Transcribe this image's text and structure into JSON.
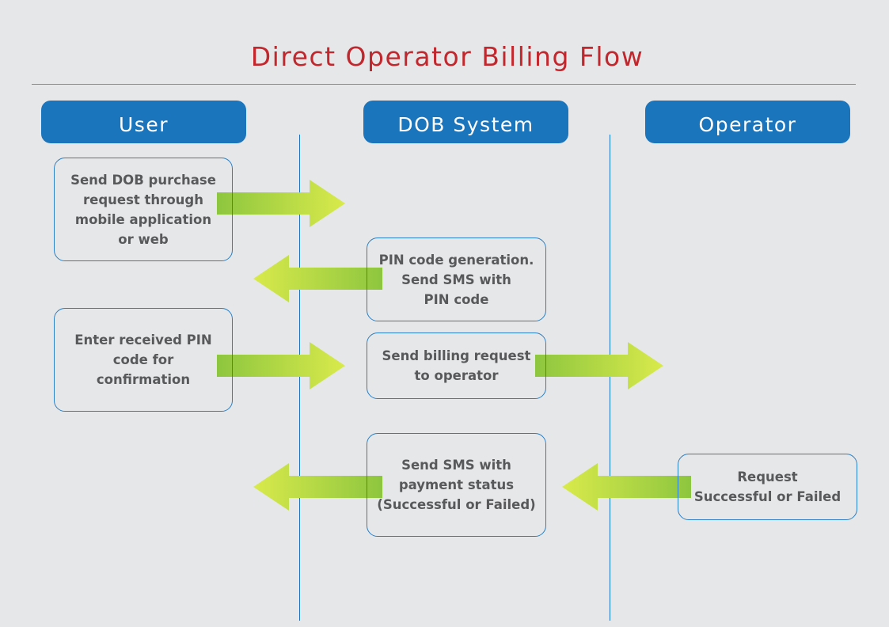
{
  "title": "Direct Operator Billing Flow",
  "lanes": {
    "user": "User",
    "dob": "DOB System",
    "operator": "Operator"
  },
  "steps": {
    "s1": "Send DOB purchase\nrequest through\nmobile application\nor web",
    "s2": "PIN code generation.\nSend SMS with\nPIN code",
    "s3": "Enter received PIN\ncode for\nconfirmation",
    "s4": "Send billing request\nto operator",
    "s5": "Send SMS with\npayment status\n(Successful or Failed)",
    "s6": "Request\nSuccessful or Failed"
  },
  "colors": {
    "title": "#c1272d",
    "lane_header": "#1b75bc",
    "arrow_light": "#d7e84a",
    "arrow_dark": "#8dc63f",
    "box_border": "#2b7fc4",
    "box_text": "#58595b",
    "background": "#e6e7e8"
  }
}
